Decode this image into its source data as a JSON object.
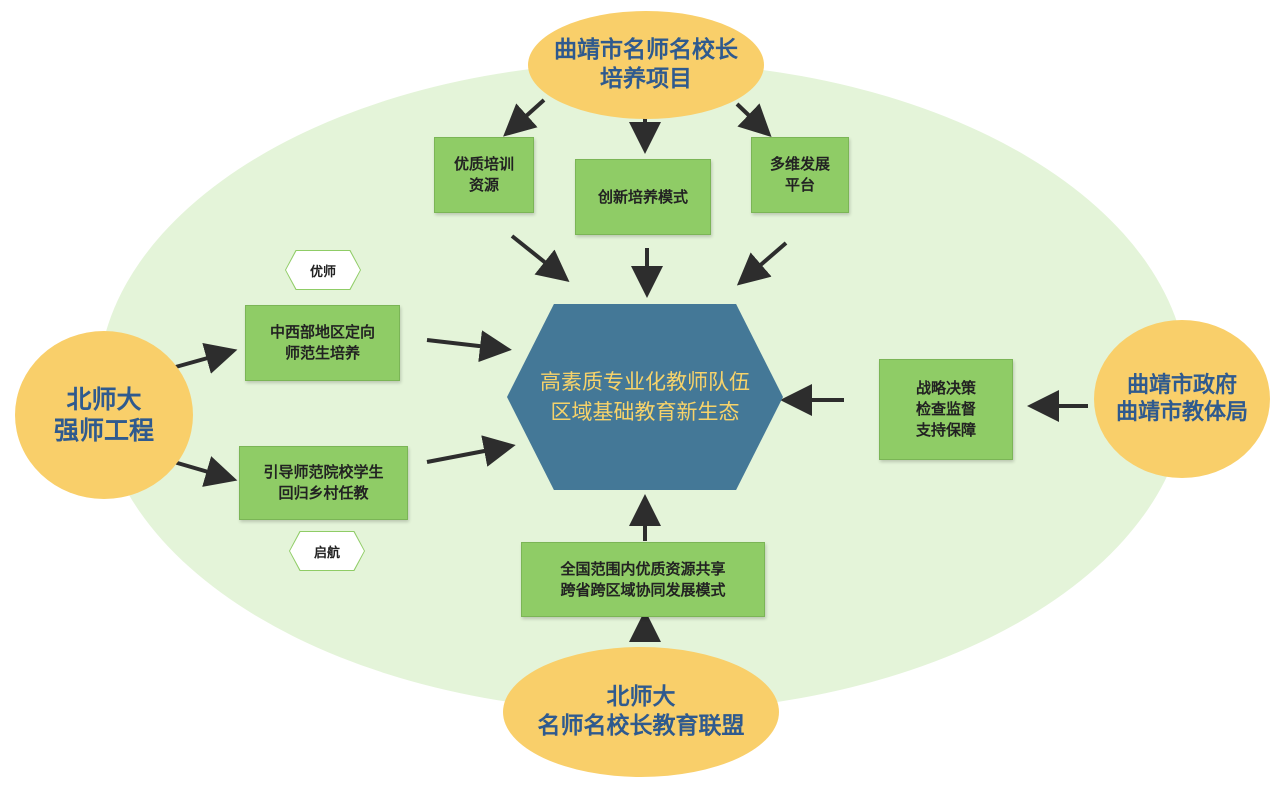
{
  "center": {
    "line1": "高素质专业化教师队伍",
    "line2": "区域基础教育新生态"
  },
  "top_oval": {
    "line1": "曲靖市名师名校长",
    "line2": "培养项目"
  },
  "left_oval": {
    "line1": "北师大",
    "line2": "强师工程"
  },
  "right_oval": {
    "line1": "曲靖市政府",
    "line2": "曲靖市教体局"
  },
  "bottom_oval": {
    "line1": "北师大",
    "line2": "名师名校长教育联盟"
  },
  "top_boxes": [
    {
      "line1": "优质培训",
      "line2": "资源"
    },
    {
      "line1": "创新培养模式",
      "line2": ""
    },
    {
      "line1": "多维发展",
      "line2": "平台"
    }
  ],
  "left_boxes": [
    {
      "line1": "中西部地区定向",
      "line2": "师范生培养"
    },
    {
      "line1": "引导师范院校学生",
      "line2": "回归乡村任教"
    }
  ],
  "left_tags": [
    "优师",
    "启航"
  ],
  "right_box": {
    "line1": "战略决策",
    "line2": "检查监督",
    "line3": "支持保障"
  },
  "bottom_box": {
    "line1": "全国范围内优质资源共享",
    "line2": "跨省跨区域协同发展模式"
  },
  "colors": {
    "ellipse_bg": "#e4f4d9",
    "oval_fill": "#f9cf6a",
    "oval_text": "#2f5a8e",
    "box_fill": "#8fcc66",
    "hex_fill": "#447897",
    "hex_text": "#f7d36a",
    "arrow": "#2d2d2d"
  }
}
